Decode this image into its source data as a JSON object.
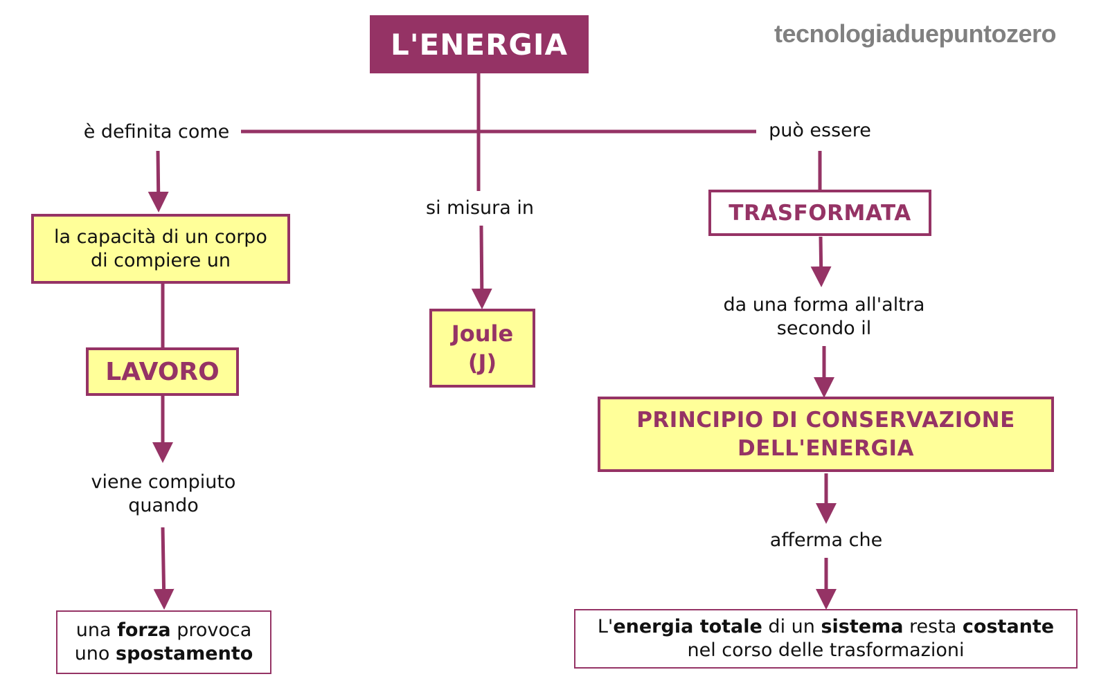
{
  "watermark": "tecnologiaduepuntozero",
  "title": "L'ENERGIA",
  "labels": {
    "definita": "è definita come",
    "misura": "si misura in",
    "essere": "può essere",
    "compiuto_1": "viene compiuto",
    "compiuto_2": "quando",
    "forma_1": "da una forma all'altra",
    "forma_2": "secondo il",
    "afferma": "afferma che"
  },
  "boxes": {
    "capacita_1": "la capacità di un corpo",
    "capacita_2": "di compiere un",
    "lavoro": "LAVORO",
    "joule_1": "Joule",
    "joule_2": "(J)",
    "trasformata": "TRASFORMATA",
    "principio_1": "PRINCIPIO DI CONSERVAZIONE",
    "principio_2": "DELL'ENERGIA",
    "forza": {
      "p1": "una ",
      "b1": "forza",
      "p2": " provoca",
      "p3": "uno ",
      "b2": "spostamento"
    },
    "energia_totale": {
      "p1": "L'",
      "b1": "energia totale",
      "p2": " di un ",
      "b2": "sistema",
      "p3": " resta ",
      "b3": "costante",
      "line2": "nel corso delle trasformazioni"
    }
  },
  "colors": {
    "accent": "#953365",
    "box_fill": "#ffff99",
    "watermark": "#808080"
  }
}
